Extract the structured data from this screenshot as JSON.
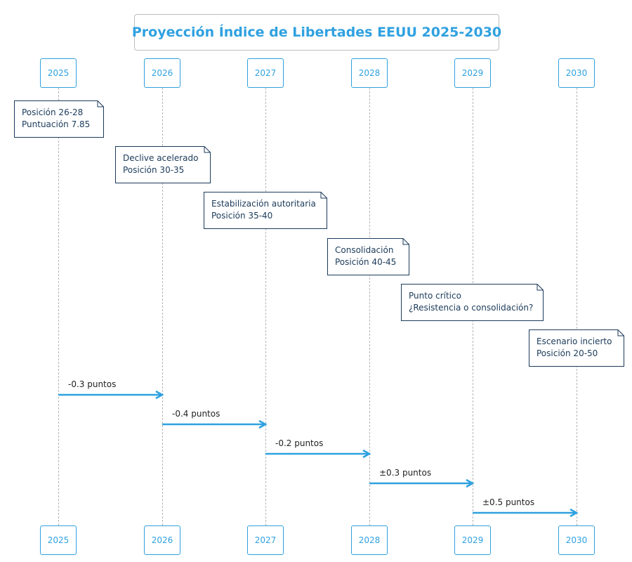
{
  "title": "Proyección Índice de Libertades EEUU 2025-2030",
  "colors": {
    "accent": "#2fa1e0",
    "note_text": "#1b3a5a",
    "lifeline": "#b5b5b5"
  },
  "participants": [
    "2025",
    "2026",
    "2027",
    "2028",
    "2029",
    "2030"
  ],
  "notes": [
    {
      "lines": [
        "Posición 26-28",
        "Puntuación 7.85"
      ]
    },
    {
      "lines": [
        "Declive acelerado",
        "Posición 30-35"
      ]
    },
    {
      "lines": [
        "Estabilización autoritaria",
        "Posición 35-40"
      ]
    },
    {
      "lines": [
        "Consolidación",
        "Posición 40-45"
      ]
    },
    {
      "lines": [
        "Punto crítico",
        "¿Resistencia o consolidación?"
      ]
    },
    {
      "lines": [
        "Escenario incierto",
        "Posición 20-50"
      ]
    }
  ],
  "messages": [
    {
      "from": "2025",
      "to": "2026",
      "label": "-0.3 puntos"
    },
    {
      "from": "2026",
      "to": "2027",
      "label": "-0.4 puntos"
    },
    {
      "from": "2027",
      "to": "2028",
      "label": "-0.2 puntos"
    },
    {
      "from": "2028",
      "to": "2029",
      "label": "±0.3 puntos"
    },
    {
      "from": "2029",
      "to": "2030",
      "label": "±0.5 puntos"
    }
  ]
}
